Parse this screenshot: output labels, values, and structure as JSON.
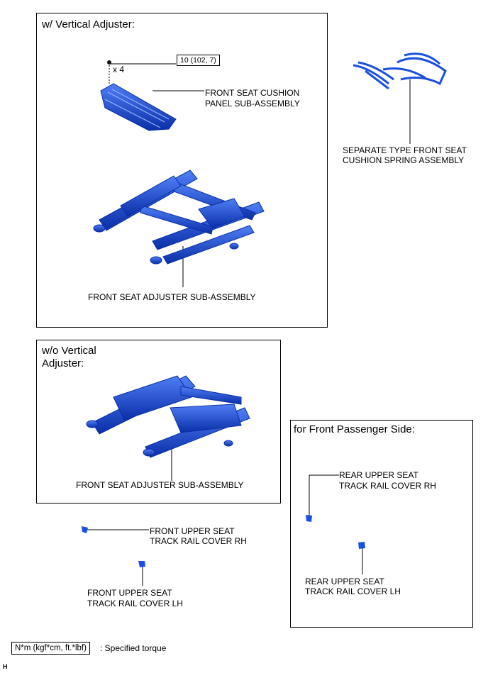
{
  "panels": {
    "with_vertical": {
      "title": "w/ Vertical Adjuster:"
    },
    "without_vertical": {
      "title_line1": "w/o Vertical",
      "title_line2": "Adjuster:"
    },
    "passenger": {
      "title": "for Front Passenger Side:"
    }
  },
  "labels": {
    "cushion_panel": {
      "line1": "FRONT SEAT CUSHION",
      "line2": "PANEL SUB-ASSEMBLY"
    },
    "spring_assembly": {
      "line1": "SEPARATE TYPE FRONT SEAT",
      "line2": "CUSHION SPRING ASSEMBLY"
    },
    "adjuster_with": "FRONT SEAT ADJUSTER SUB-ASSEMBLY",
    "adjuster_without": "FRONT SEAT ADJUSTER SUB-ASSEMBLY",
    "front_rh": {
      "line1": "FRONT UPPER SEAT",
      "line2": "TRACK RAIL COVER RH"
    },
    "front_lh": {
      "line1": "FRONT UPPER SEAT",
      "line2": "TRACK RAIL COVER LH"
    },
    "rear_rh": {
      "line1": "REAR UPPER SEAT",
      "line2": "TRACK RAIL COVER RH"
    },
    "rear_lh": {
      "line1": "REAR UPPER SEAT",
      "line2": "TRACK RAIL COVER LH"
    }
  },
  "torque": {
    "value": "10 (102, 7)",
    "count": "x 4"
  },
  "legend": {
    "unit": "N*m (kgf*cm, ft.*lbf)",
    "description": ": Specified torque"
  },
  "corner_code": "H",
  "colors": {
    "part": "#1a4fe0",
    "part_dark": "#0a2fa8",
    "part_light": "#4f7ef5"
  }
}
